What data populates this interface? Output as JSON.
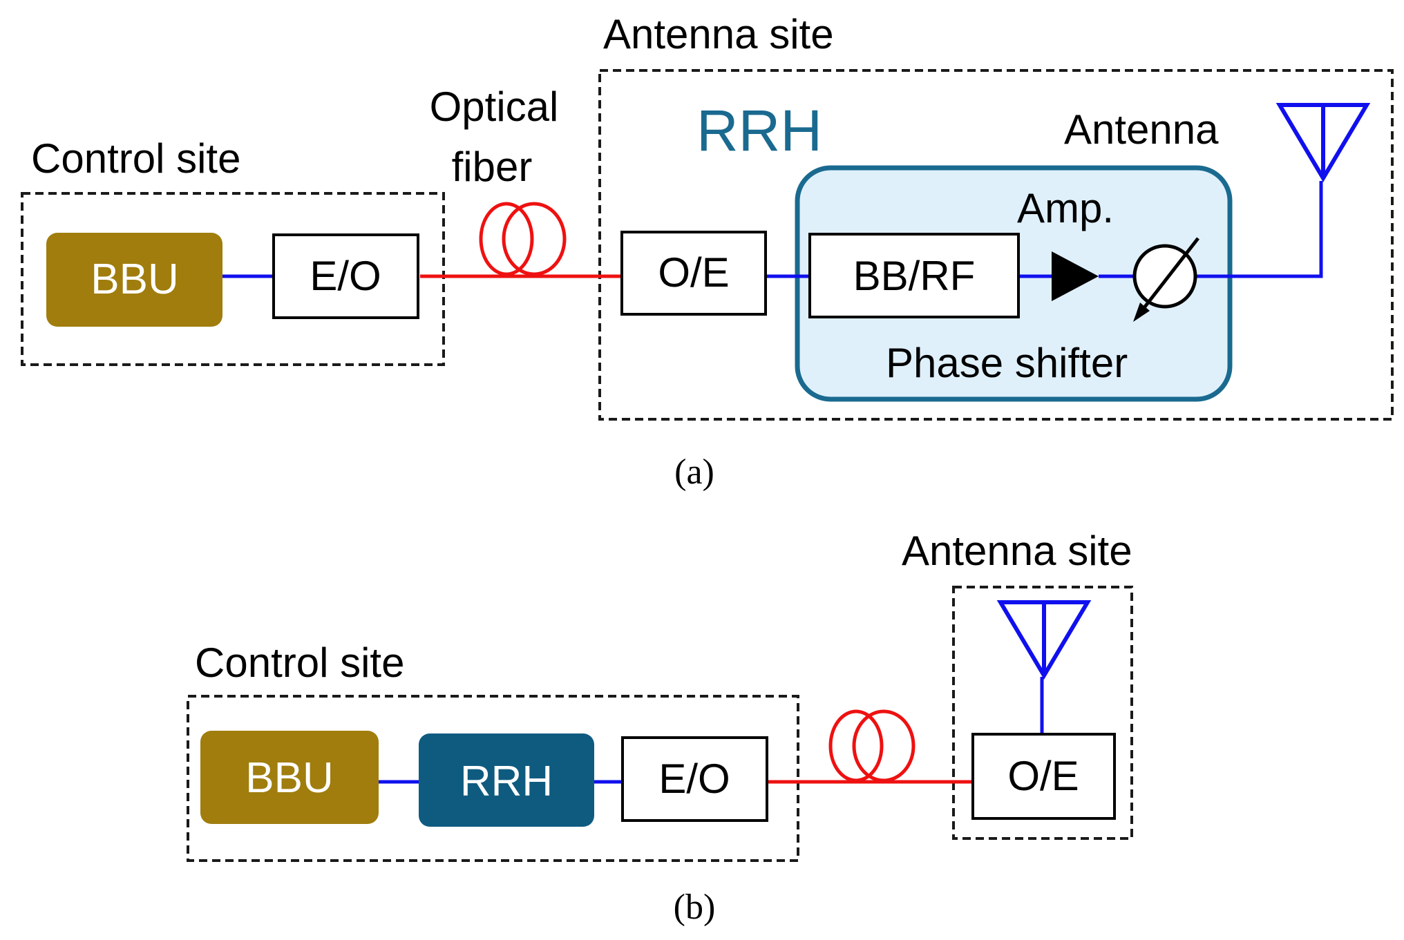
{
  "panel_a": {
    "control_site_label": "Control site",
    "antenna_site_label": "Antenna site",
    "fiber_label_line1": "Optical",
    "fiber_label_line2": "fiber",
    "bbu_label": "BBU",
    "eo_label": "E/O",
    "oe_label": "O/E",
    "rrh_label": "RRH",
    "bbrf_label": "BB/RF",
    "amp_label": "Amp.",
    "phase_shifter_label": "Phase shifter",
    "antenna_label": "Antenna",
    "caption": "(a)"
  },
  "panel_b": {
    "control_site_label": "Control site",
    "antenna_site_label": "Antenna site",
    "bbu_label": "BBU",
    "rrh_label": "RRH",
    "eo_label": "E/O",
    "oe_label": "O/E",
    "caption": "(b)"
  },
  "colors": {
    "bbu": "#a07d0d",
    "rrh_block": "#0f5b80",
    "rrh_text": "#1a6a90",
    "rrh_panel_fill": "#dff0fb",
    "rrh_panel_stroke": "#1a6a90",
    "electrical_link": "#1010ee",
    "optical_link": "#ee1111"
  }
}
